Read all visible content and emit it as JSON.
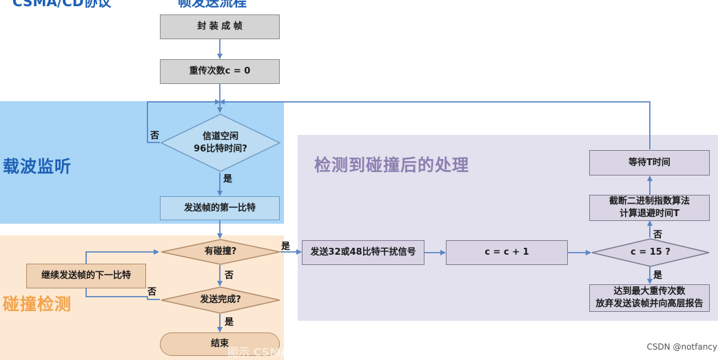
{
  "title": {
    "left": "CSMA/CD协议",
    "right": "帧发送流程"
  },
  "regions": {
    "carrier": "载波监听",
    "collision": "碰撞检测",
    "after_collision": "检测到碰撞后的处理"
  },
  "nodes": {
    "encapsulate": "封 装 成 帧",
    "retry_init": "重传次数c = 0",
    "channel_idle": [
      "信道空闲",
      "96比特时间?"
    ],
    "send_first_bit": "发送帧的第一比特",
    "collision_check": "有碰撞?",
    "send_next_bit": "继续发送帧的下一比特",
    "send_done": "发送完成?",
    "end": "结束",
    "jam_signal": "发送32或48比特干扰信号",
    "increment": "c = c + 1",
    "max_check": "c = 15 ?",
    "backoff": [
      "截断二进制指数算法",
      "计算退避时间T"
    ],
    "wait": "等待T时间",
    "give_up": [
      "达到最大重传次数",
      "放弃发送该帧并向高层报告"
    ]
  },
  "labels": {
    "yes": "是",
    "no": "否"
  },
  "watermark": "CSDN @notfancy",
  "caption": "图示 CSMA/CD协议的帧发送流程图。",
  "colors": {
    "title_blue": "#1d5fb5",
    "region_blue": "#a9d6f7",
    "region_orange": "#fde9d3",
    "region_purple": "#e4e1ee",
    "carrier_label": "#1d5fb5",
    "collision_label": "#f3a24b",
    "after_label": "#8a7fb0",
    "arrow": "#5a86c4"
  }
}
